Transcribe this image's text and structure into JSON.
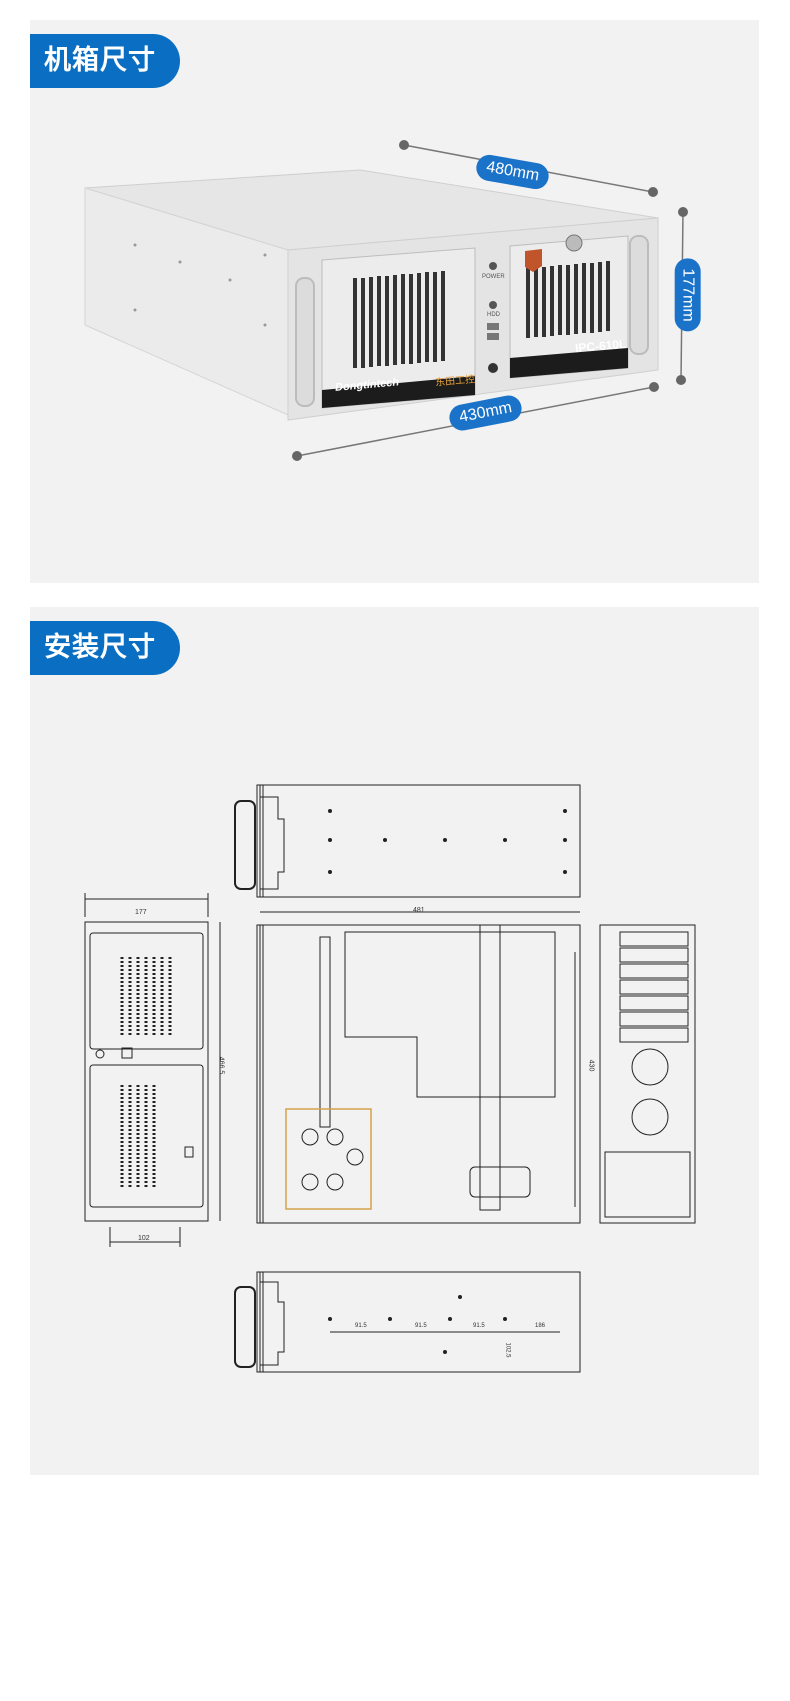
{
  "sections": [
    {
      "title": "机箱尺寸"
    },
    {
      "title": "安装尺寸"
    }
  ],
  "chassis": {
    "brand": "Dongtintech",
    "brand_cn": "东田工控",
    "model": "IPC-610L",
    "power_label": "POWER",
    "hdd_label": "HDD",
    "dim_depth": "480mm",
    "dim_height": "177mm",
    "dim_width": "430mm"
  },
  "drawing": {
    "front_width": "177",
    "front_height": "466.5",
    "front_bottom": "102",
    "top_width": "481",
    "side_depth": "430",
    "bottom_dims": [
      "91.5",
      "91.5",
      "91.5",
      "186"
    ],
    "bottom_vertical": "102.5"
  },
  "colors": {
    "accent": "#0a6fc2",
    "panel_bg": "#f2f2f2"
  }
}
